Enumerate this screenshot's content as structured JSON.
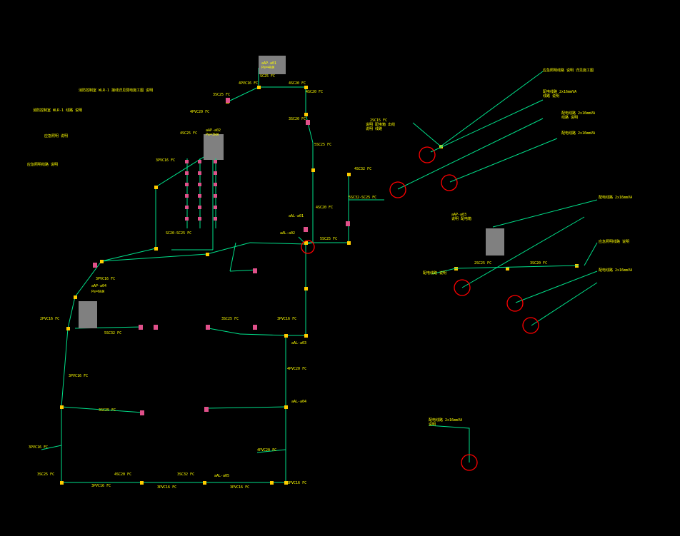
{
  "drawing": {
    "background": "#000000",
    "line_color": "#00e08a",
    "text_color": "#ffff00",
    "ring_color": "#ff0000",
    "panel_color": "#808080",
    "tag_color": "#e0508a"
  },
  "labels": {
    "top_pa": "aAP-a01",
    "top_pa2": "Pe=4kW",
    "top_sc": "SC25 FC",
    "top_l1": "4PVC16 FC",
    "top_l2": "4SC20 FC",
    "top_l3": "4SC20 FC",
    "top_l4": "3SC20 FC",
    "top_l5": "3SC25 FC",
    "notes_left_1": "消防控制室 WLR-1 接线详见弱电施工图 说明",
    "notes_left_2": "消防控制室 WLR-1 线路 说明",
    "notes_left_3": "应急照明 说明",
    "notes_left_4": "应急照明线路 说明",
    "mid_a": "aAP-a02",
    "mid_b": "Pe=3kW",
    "mid_c": "4PVC20 FC",
    "mid_d": "4SC25 FC",
    "mid_e": "3PVC16 FC",
    "mid_f": "SC20-SC25 FC",
    "right_a": "aAL-a01",
    "right_b": "5SC25 FC",
    "right_c": "4SC20 FC",
    "right_d": "4SC32 FC",
    "right_e": "5SC32-SC25 FC",
    "right_f": "aAL-a02",
    "right_g": "5SC25 FC",
    "leg1_a": "2SC15 FC",
    "leg1_b": "说明 配电箱 出线",
    "leg1_c": "说明 线路",
    "note_r1": "应急照明线路 说明 详见施工图",
    "note_r2": "配电线路 2x16mmVA",
    "note_r3": "线路 说明",
    "note_r4": "配电线路 2x16mmVA",
    "note_r5": "线路 说明",
    "note_r6": "配电线路 2x16mmVA",
    "leg2_a": "aAP-a03",
    "leg2_b": "说明 配电箱",
    "leg2_c": "2SC25 FC",
    "leg2_d": "3SC20 FC",
    "leg2_e": "配电线路 说明",
    "note_r7": "配电线路 2x16mmVA",
    "note_r8": "应急照明线路 说明",
    "note_r9": "配电线路 2x16mmVA",
    "lower_a": "aAP-a04",
    "lower_b": "Pe=6kW",
    "lower_c": "2PVC16 FC",
    "lower_d": "3PVC16 FC",
    "lower_e": "5SC32 FC",
    "lower_f": "3SC25 FC",
    "lower_g": "3PVC16 FC",
    "lower_h": "aAL-a03",
    "lower_i": "3PVC16 FC",
    "lower_j": "aAL-a04",
    "lower_k": "4PVC20 FC",
    "lower_l": "3SC25 FC",
    "lower_m": "4PVC20 FC",
    "bottom_a": "3SC25 FC",
    "bottom_b": "4SC20 FC",
    "bottom_c": "3SC32 FC",
    "bottom_d": "aAL-a05",
    "bottom_e": "3PVC16 FC",
    "bottom_f": "3PVC16 FC",
    "bottom_g": "3PVC16 FC",
    "bottom_h": "3PVC16 FC",
    "bottom_i": "3PVC16 FC",
    "iso_note": "配电线路 2x16mmVA",
    "iso_note2": "说明"
  }
}
